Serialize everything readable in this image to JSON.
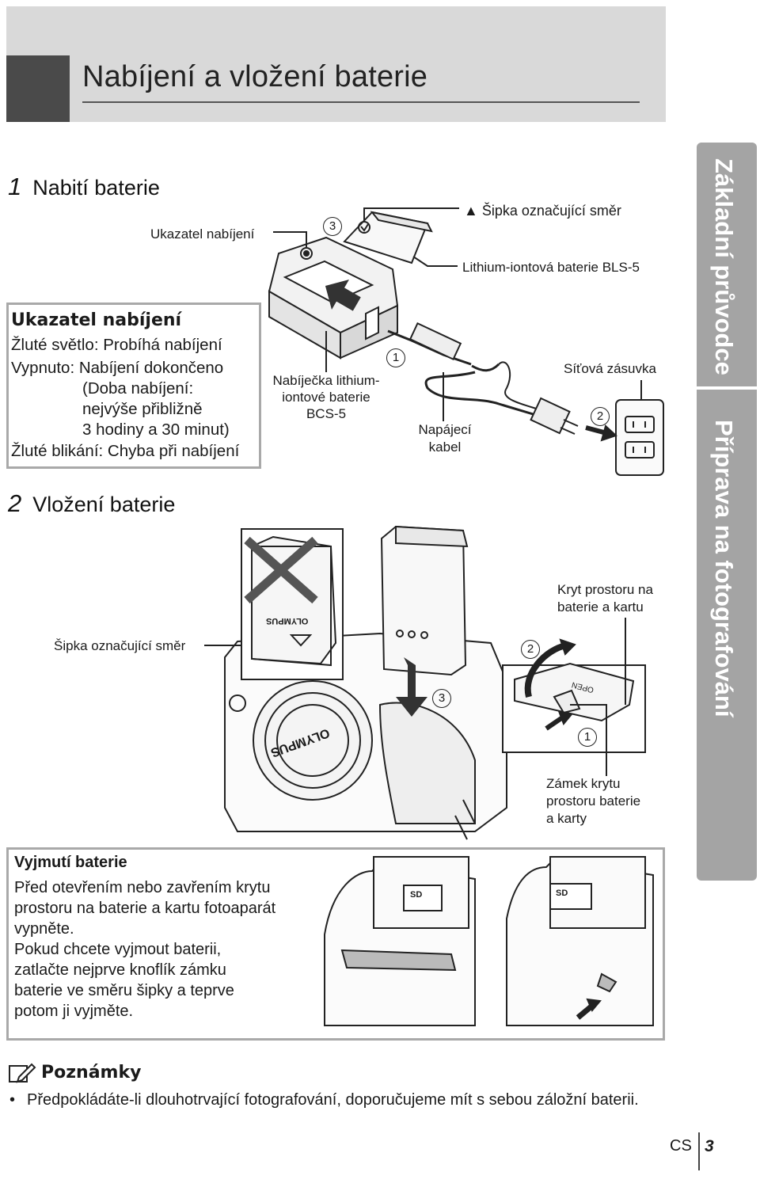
{
  "header": {
    "title": "Nabíjení a vložení baterie"
  },
  "step1": {
    "num": "1",
    "label": "Nabití baterie"
  },
  "step2": {
    "num": "2",
    "label": "Vložení baterie"
  },
  "indicator": {
    "title": "Ukazatel nabíjení",
    "lines": [
      "Žluté světlo: Probíhá nabíjení",
      "Vypnuto: Nabíjení dokončeno",
      "(Doba nabíjení:",
      "nejvýše přibližně",
      "3 hodiny a 30 minut)",
      "Žluté blikání: Chyba při nabíjení"
    ]
  },
  "labels": {
    "ukazatel": "Ukazatel nabíjení",
    "sipka_top": "Šipka označující směr",
    "lithium": "Lithium-iontová baterie BLS-5",
    "nabijecka": [
      "Nabíječka lithium-",
      "iontové baterie",
      "BCS-5"
    ],
    "napajeci": [
      "Napájecí",
      "kabel"
    ],
    "sitova": "Síťová zásuvka",
    "kryt": [
      "Kryt prostoru na",
      "baterie a kartu"
    ],
    "sipka_left": "Šipka označující směr",
    "zamek": [
      "Zámek krytu",
      "prostoru baterie",
      "a karty"
    ],
    "brand": "OLYMPUS",
    "open": "OPEN",
    "sd": "SD"
  },
  "callouts": {
    "c1": "1",
    "c2": "2",
    "c3": "3"
  },
  "remove": {
    "title": "Vyjmutí baterie",
    "lines": [
      "Před otevřením nebo zavřením krytu",
      "prostoru na baterie a kartu fotoaparát",
      "vypněte.",
      "Pokud chcete vyjmout baterii,",
      "zatlačte nejprve knoflík zámku",
      "baterie ve směru šipky a teprve",
      "potom ji vyjměte."
    ]
  },
  "notes": {
    "title": "Poznámky",
    "bullet": "Předpokládáte-li dlouhotrvající fotografování, doporučujeme mít s sebou záložní baterii."
  },
  "footer": {
    "lang": "CS",
    "page": "3"
  },
  "side_tab": {
    "top": "Základní průvodce",
    "bottom": "Příprava na fotografování"
  }
}
